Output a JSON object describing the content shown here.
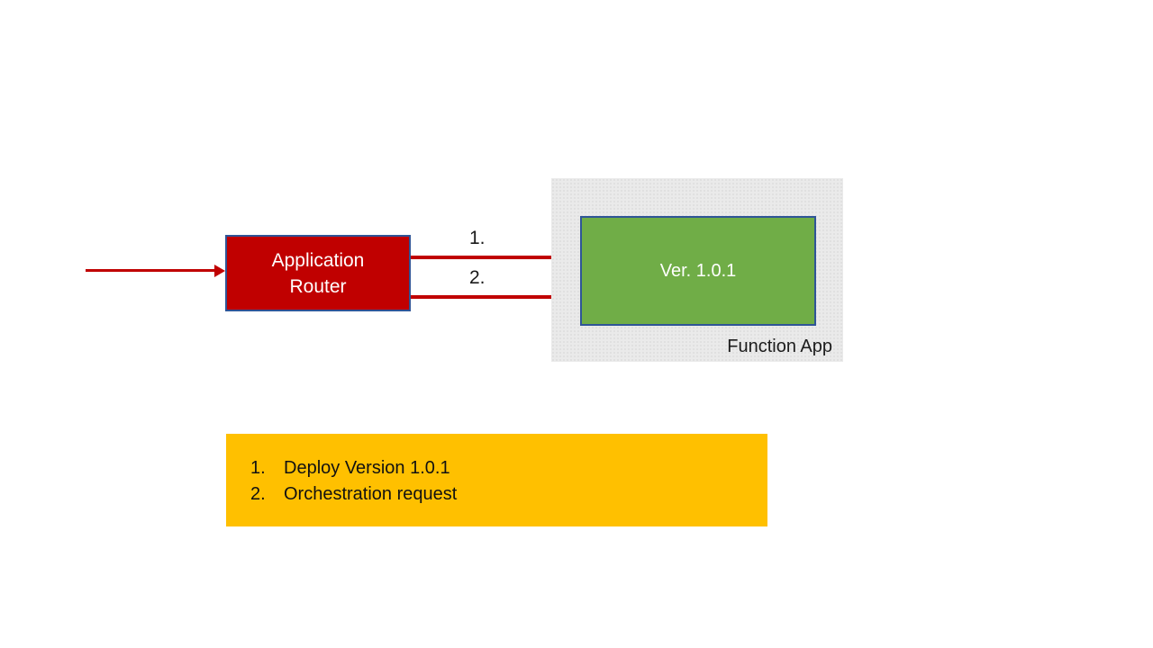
{
  "diagram": {
    "router": {
      "label": "Application Router"
    },
    "version_box": {
      "label": "Ver. 1.0.1"
    },
    "function_app": {
      "label": "Function App"
    },
    "flows": [
      {
        "number": "1."
      },
      {
        "number": "2."
      }
    ],
    "colors": {
      "router_fill": "#c00000",
      "shape_border": "#2f5597",
      "version_fill": "#70ad47",
      "function_app_fill": "#eaeaea",
      "arrow": "#c00000",
      "legend_fill": "#ffc000"
    }
  },
  "legend": {
    "items": [
      {
        "number": "1.",
        "text": "Deploy Version 1.0.1"
      },
      {
        "number": "2.",
        "text": "Orchestration request"
      }
    ]
  }
}
